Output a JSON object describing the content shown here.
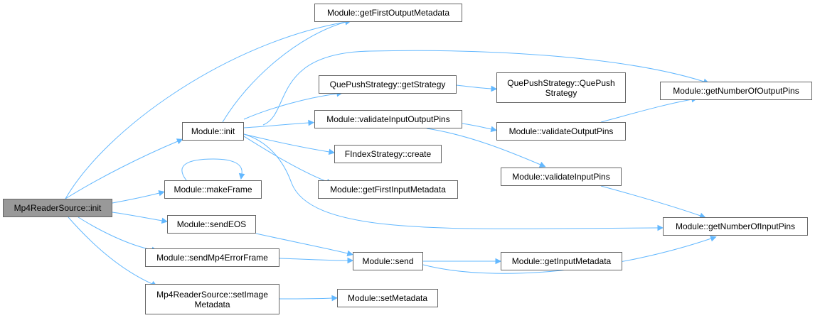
{
  "graph": {
    "nodes": {
      "mp4_init": {
        "label": "Mp4ReaderSource::init",
        "root": true
      },
      "module_init": {
        "label": "Module::init"
      },
      "get_first_output": {
        "label": "Module::getFirstOutputMetadata"
      },
      "make_frame": {
        "label": "Module::makeFrame"
      },
      "send_eos": {
        "label": "Module::sendEOS"
      },
      "send_mp4_err": {
        "label": "Module::sendMp4ErrorFrame"
      },
      "set_image_meta": {
        "label": "Mp4ReaderSource::setImage\nMetadata"
      },
      "que_get_strategy": {
        "label": "QuePushStrategy::getStrategy"
      },
      "que_push_strategy": {
        "label": "QuePushStrategy::QuePush\nStrategy"
      },
      "validate_io_pins": {
        "label": "Module::validateInputOutputPins"
      },
      "findex_create": {
        "label": "FIndexStrategy::create"
      },
      "get_first_input": {
        "label": "Module::getFirstInputMetadata"
      },
      "validate_out_pins": {
        "label": "Module::validateOutputPins"
      },
      "validate_in_pins": {
        "label": "Module::validateInputPins"
      },
      "get_num_out_pins": {
        "label": "Module::getNumberOfOutputPins"
      },
      "get_num_in_pins": {
        "label": "Module::getNumberOfInputPins"
      },
      "module_send": {
        "label": "Module::send"
      },
      "get_input_meta": {
        "label": "Module::getInputMetadata"
      },
      "set_metadata": {
        "label": "Module::setMetadata"
      }
    }
  },
  "colors": {
    "edge": "#63b8ff",
    "node_border": "#666666",
    "root_fill": "#999999"
  }
}
